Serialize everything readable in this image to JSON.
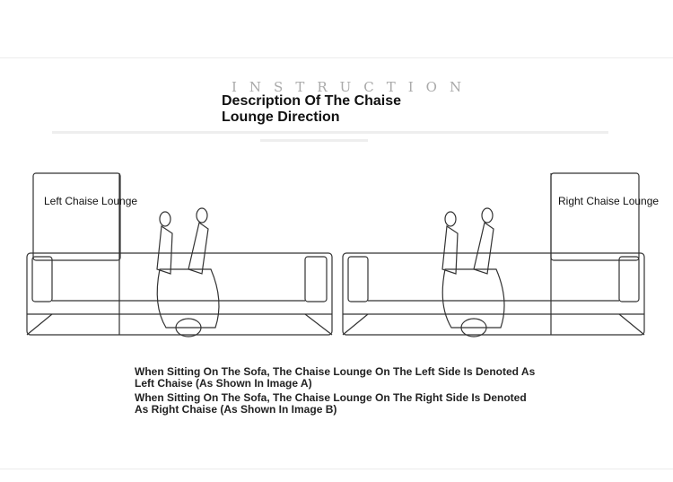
{
  "header": {
    "watermark": "INSTRUCTION",
    "title": "Description Of The Chaise Lounge Direction"
  },
  "diagrams": {
    "left_label": "Left Chaise Lounge",
    "right_label": "Right Chaise Lounge"
  },
  "notes": [
    "When Sitting On The Sofa, The Chaise Lounge On The Left Side Is Denoted As Left Chaise (As Shown In Image A)",
    "When Sitting On The Sofa, The Chaise Lounge On The Right Side Is Denoted As Right Chaise (As Shown In Image B)"
  ],
  "colors": {
    "line": "#333333",
    "text": "#111111"
  }
}
